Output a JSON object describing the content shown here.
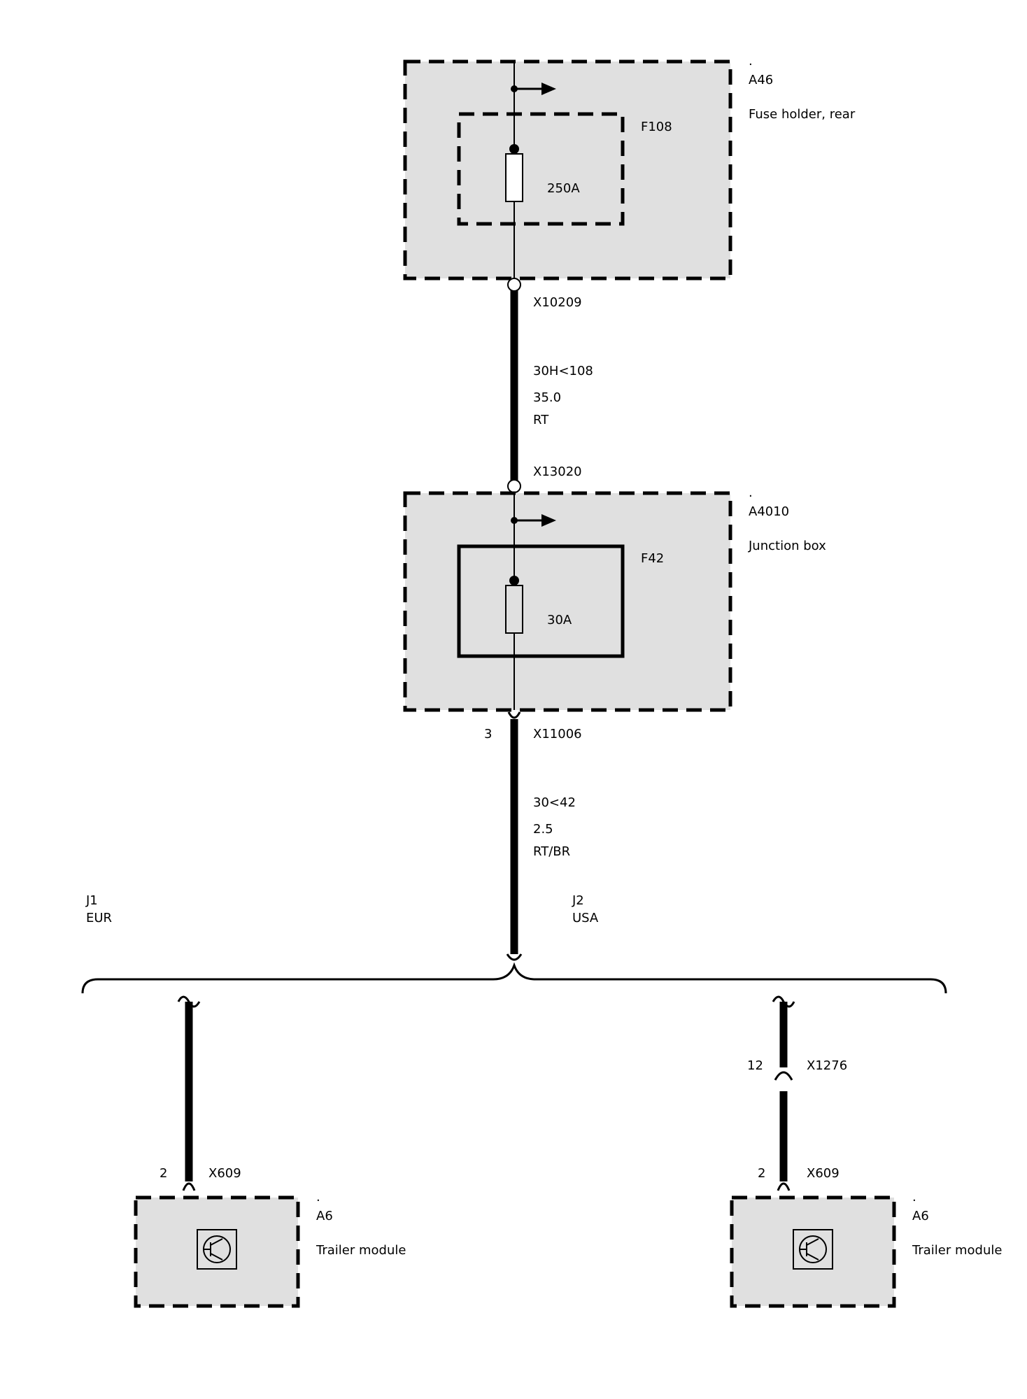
{
  "components": {
    "a46": {
      "dot": ".",
      "id": "A46",
      "desc": "Fuse holder, rear"
    },
    "f108": {
      "id": "F108",
      "rating": "250A"
    },
    "a4010": {
      "dot": ".",
      "id": "A4010",
      "desc": "Junction box"
    },
    "f42": {
      "id": "F42",
      "rating": "30A"
    },
    "a6_left": {
      "dot": ".",
      "id": "A6",
      "desc": "Trailer module"
    },
    "a6_right": {
      "dot": ".",
      "id": "A6",
      "desc": "Trailer module"
    }
  },
  "connectors": {
    "x10209": "X10209",
    "x13020": "X13020",
    "x11006": {
      "pin": "3",
      "id": "X11006"
    },
    "x609_left": {
      "pin": "2",
      "id": "X609"
    },
    "x1276": {
      "pin": "12",
      "id": "X1276"
    },
    "x609_right": {
      "pin": "2",
      "id": "X609"
    }
  },
  "wires": {
    "w1": {
      "circuit": "30H<108",
      "gauge": "35.0",
      "color": "RT"
    },
    "w2": {
      "circuit": "30<42",
      "gauge": "2.5",
      "color": "RT/BR"
    }
  },
  "variants": {
    "j1": {
      "id": "J1",
      "region": "EUR"
    },
    "j2": {
      "id": "J2",
      "region": "USA"
    }
  }
}
